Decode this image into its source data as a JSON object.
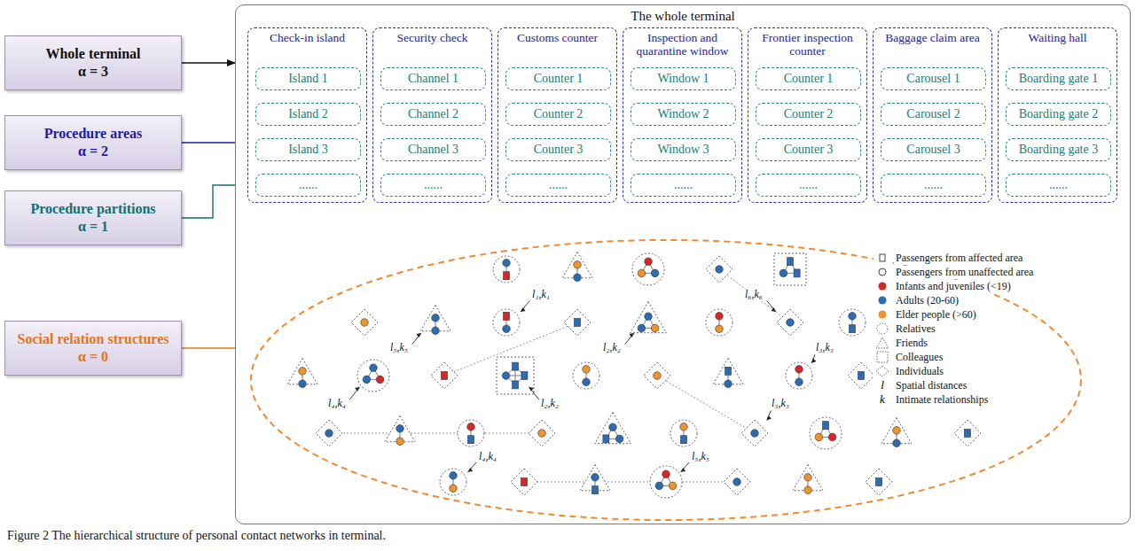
{
  "diagram": {
    "caption": "Figure 2 The hierarchical structure of personal contact networks in terminal.",
    "nodes": [
      {
        "text": [
          "Whole terminal",
          "α = 3"
        ]
      },
      {
        "text": [
          "Procedure areas",
          "α = 2"
        ]
      },
      {
        "text": [
          "Procedure partitions",
          "α = 1"
        ]
      },
      {
        "text": [
          "Social relation structures",
          "α = 0"
        ]
      },
      {
        "text": [
          "The whole terminal"
        ]
      },
      {
        "text": [
          "Check-in island"
        ],
        "in": 4
      },
      {
        "text": [
          "Island 1"
        ],
        "in": 5
      },
      {
        "text": [
          "Island 2"
        ],
        "in": 5
      },
      {
        "text": [
          "Island 3"
        ],
        "in": 5
      },
      {
        "text": [
          "......"
        ],
        "in": 5
      },
      {
        "text": [
          "Security check"
        ],
        "in": 4
      },
      {
        "text": [
          "Channel 1"
        ],
        "in": 10
      },
      {
        "text": [
          "Channel 2"
        ],
        "in": 10
      },
      {
        "text": [
          "Channel 3"
        ],
        "in": 10
      },
      {
        "text": [
          "......"
        ],
        "in": 10
      },
      {
        "text": [
          "Customs counter"
        ],
        "in": 4
      },
      {
        "text": [
          "Counter 1"
        ],
        "in": 15
      },
      {
        "text": [
          "Counter 2"
        ],
        "in": 15
      },
      {
        "text": [
          "Counter 3"
        ],
        "in": 15
      },
      {
        "text": [
          "......"
        ],
        "in": 15
      },
      {
        "text": [
          "Inspection and quarantine window"
        ],
        "in": 4
      },
      {
        "text": [
          "Window 1"
        ],
        "in": 20
      },
      {
        "text": [
          "Window 2"
        ],
        "in": 20
      },
      {
        "text": [
          "Window 3"
        ],
        "in": 20
      },
      {
        "text": [
          "......"
        ],
        "in": 20
      },
      {
        "text": [
          "Frontier inspection counter"
        ],
        "in": 4
      },
      {
        "text": [
          "Counter 1"
        ],
        "in": 25
      },
      {
        "text": [
          "Counter 2"
        ],
        "in": 25
      },
      {
        "text": [
          "Counter 3"
        ],
        "in": 25
      },
      {
        "text": [
          "......"
        ],
        "in": 25
      },
      {
        "text": [
          "Baggage claim area"
        ],
        "in": 4
      },
      {
        "text": [
          "Carousel 1"
        ],
        "in": 30
      },
      {
        "text": [
          "Carousel 2"
        ],
        "in": 30
      },
      {
        "text": [
          "Carousel 3"
        ],
        "in": 30
      },
      {
        "text": [
          "......"
        ],
        "in": 30
      },
      {
        "text": [
          "Waiting hall"
        ],
        "in": 4
      },
      {
        "text": [
          "Boarding gate 1"
        ],
        "in": 35
      },
      {
        "text": [
          "Boarding gate 2"
        ],
        "in": 35
      },
      {
        "text": [
          "Boarding gate 3"
        ],
        "in": 35
      },
      {
        "text": [
          "......"
        ],
        "in": 35
      },
      {
        "text": [],
        "in": 4
      }
    ],
    "edges": [
      {
        "from": 0,
        "to": 4,
        "arrow": "to"
      },
      {
        "from": 1,
        "to": 5,
        "arrow": "to"
      },
      {
        "from": 2,
        "to": 9,
        "arrow": "to"
      },
      {
        "from": 3,
        "to": 40,
        "arrow": "to"
      },
      {
        "from": 5,
        "to": 40,
        "arrow": "to"
      },
      {
        "from": 10,
        "to": 40,
        "arrow": "to"
      },
      {
        "from": 15,
        "to": 40,
        "arrow": "to"
      },
      {
        "from": 20,
        "to": 40,
        "arrow": "to"
      },
      {
        "from": 25,
        "to": 40,
        "arrow": "to"
      },
      {
        "from": 30,
        "to": 40,
        "arrow": "to"
      },
      {
        "from": 35,
        "to": 40,
        "arrow": "to"
      }
    ],
    "labels": [
      "l₁,k₁",
      "l₆,k₆",
      "l₅,k₅",
      "l₂,k₂",
      "l₃,k₃",
      "l₄,k₄",
      "l₂,k₂",
      "l₃,k₃",
      "l₄,k₄",
      "l₅,k₅",
      "l",
      "k"
    ],
    "legend": [
      {
        "text": "Passengers from affected area"
      },
      {
        "text": "Passengers from unaffected area"
      },
      {
        "text": "Infants and juveniles (<19)",
        "color": "#d62728"
      },
      {
        "text": "Adults (20-60)",
        "color": "#2b6cb5"
      },
      {
        "text": "Elder people (>60)",
        "color": "#f0922e"
      },
      {
        "text": "Relatives"
      },
      {
        "text": "Friends"
      },
      {
        "text": "Colleagues"
      },
      {
        "text": "Individuals"
      },
      {
        "text": "Spatial distances"
      },
      {
        "text": "Intimate relationships"
      }
    ]
  }
}
